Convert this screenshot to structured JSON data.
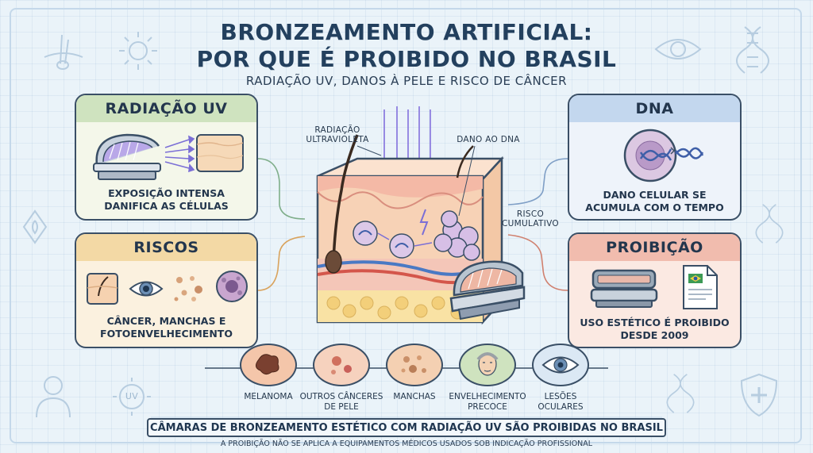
{
  "header": {
    "title_line1": "BRONZEAMENTO ARTIFICIAL:",
    "title_line2": "POR QUE É PROIBIDO NO BRASIL",
    "subtitle": "RADIAÇÃO UV, DANOS À PELE E RISCO DE CÂNCER"
  },
  "cards": {
    "uv": {
      "title": "RADIAÇÃO UV",
      "text_line1": "EXPOSIÇÃO INTENSA",
      "text_line2": "DANIFICA AS CÉLULAS"
    },
    "risks": {
      "title": "RISCOS",
      "text_line1": "CÂNCER, MANCHAS E",
      "text_line2": "FOTOENVELHECIMENTO"
    },
    "dna": {
      "title": "DNA",
      "text_line1": "DANO CELULAR SE",
      "text_line2": "ACUMULA COM O TEMPO"
    },
    "prohibition": {
      "title": "PROIBIÇÃO",
      "text_line1": "USO ESTÉTICO É PROIBIDO",
      "text_line2": "DESDE 2009"
    }
  },
  "center_labels": {
    "uv_line1": "RADIAÇÃO",
    "uv_line2": "ULTRAVIOLETA",
    "dna_damage": "DANO AO DNA",
    "risk_line1": "RISCO",
    "risk_line2": "CUMULATIVO"
  },
  "conditions": [
    {
      "line1": "MELANOMA",
      "line2": ""
    },
    {
      "line1": "OUTROS CÂNCERES",
      "line2": "DE PELE"
    },
    {
      "line1": "MANCHAS",
      "line2": ""
    },
    {
      "line1": "ENVELHECIMENTO",
      "line2": "PRECOCE"
    },
    {
      "line1": "LESÕES",
      "line2": "OCULARES"
    }
  ],
  "decor": {
    "uv_badge": "UV"
  },
  "footer": {
    "statement": "CÂMARAS DE BRONZEAMENTO ESTÉTICO COM RADIAÇÃO UV SÃO PROIBIDAS NO BRASIL",
    "note": "A PROIBIÇÃO NÃO SE APLICA A EQUIPAMENTOS MÉDICOS USADOS SOB INDICAÇÃO PROFISSIONAL"
  },
  "colors": {
    "uv_green": "#cfe3bf",
    "risk_orange": "#f3d9a5",
    "dna_blue": "#c3d7ee",
    "prohibition_red": "#f1bcae",
    "uv_ray": "#7b6fd6",
    "ink": "#3a4f66"
  }
}
